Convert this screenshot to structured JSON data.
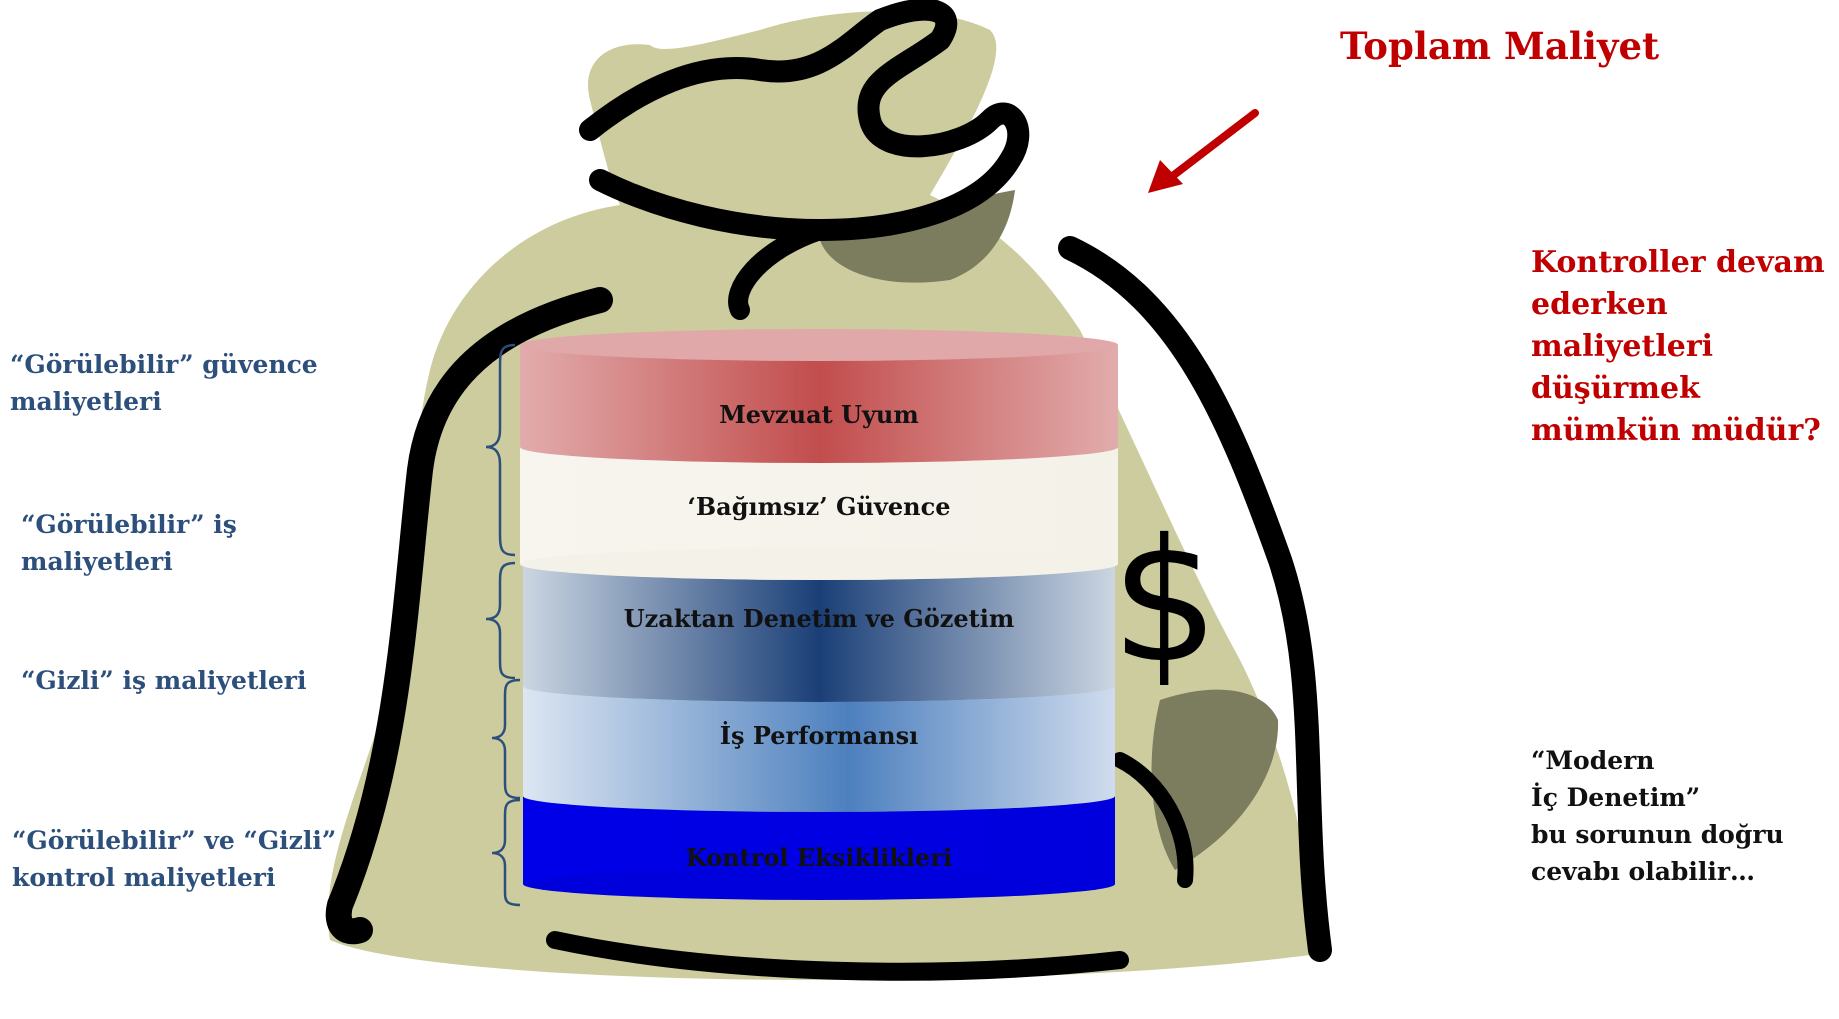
{
  "title": "Toplam Maliyet",
  "question": [
    "Kontroller devam",
    "ederken maliyetleri",
    "düşürmek",
    "mümkün müdür?"
  ],
  "answer": [
    "“Modern",
    "İç Denetim”",
    "bu sorunun doğru",
    "cevabı olabilir…"
  ],
  "dollar_sign": "$",
  "left_labels": [
    [
      "“Görülebilir”  güvence",
      "maliyetleri"
    ],
    [
      "“Görülebilir” iş",
      "maliyetleri"
    ],
    [
      "“Gizli” iş maliyetleri"
    ],
    [
      "“Görülebilir” ve “Gizli”",
      "kontrol maliyetleri"
    ]
  ],
  "layers": [
    {
      "label": "Mevzuat Uyum"
    },
    {
      "label": "‘Bağımsız’ Güvence"
    },
    {
      "label": "Uzaktan Denetim ve Gözetim"
    },
    {
      "label": "İş Performansı"
    },
    {
      "label": "Kontrol Eksiklikleri"
    }
  ],
  "colors": {
    "title": "#c00000",
    "question": "#c00000",
    "left_labels": "#2d4f7c",
    "bag": "#cccc9e",
    "bag_shadow": "#7c7c5e",
    "arrow": "#c00000",
    "layer_compliance": "#c24d4d",
    "layer_assurance": "#f5f3ea",
    "layer_monitoring": "#1a3f77",
    "layer_performance": "#5484c0",
    "layer_control": "#0000e0"
  }
}
